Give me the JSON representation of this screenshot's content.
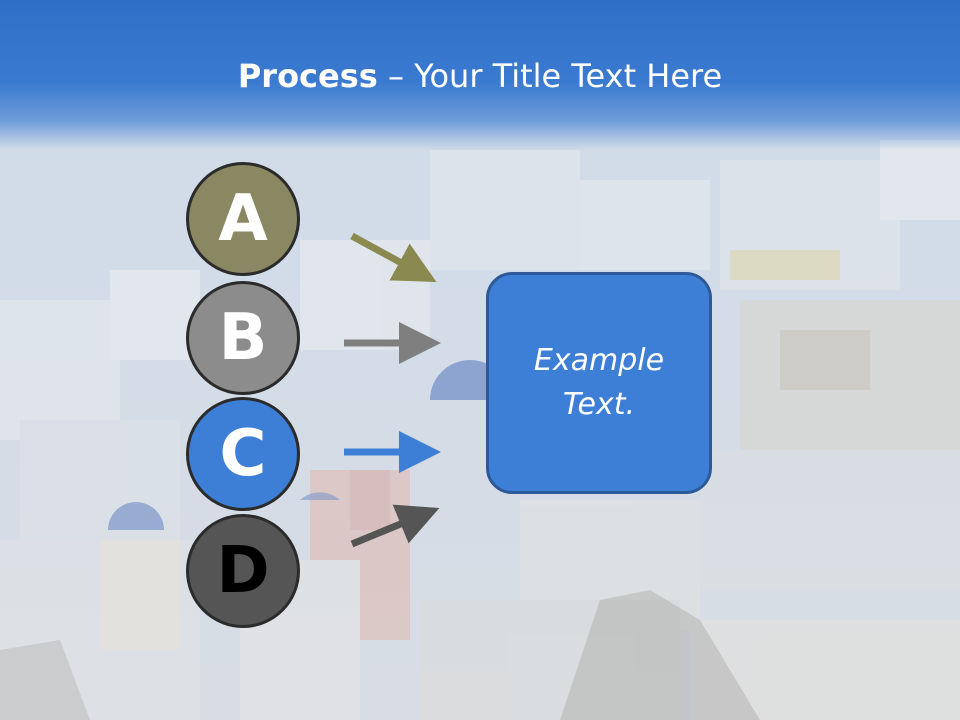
{
  "title": {
    "bold": "Process",
    "rest": " – Your Title Text Here"
  },
  "steps": [
    {
      "letter": "A",
      "fill": "#8a8862",
      "text_color": "#ffffff",
      "arrow_color": "#8a8a50"
    },
    {
      "letter": "B",
      "fill": "#8c8c8c",
      "text_color": "#ffffff",
      "arrow_color": "#7f7f7f"
    },
    {
      "letter": "C",
      "fill": "#3d7fd6",
      "text_color": "#ffffff",
      "arrow_color": "#3d7fd6"
    },
    {
      "letter": "D",
      "fill": "#555555",
      "text_color": "#000000",
      "arrow_color": "#555555"
    }
  ],
  "example_box": {
    "text": "Example Text.",
    "fill": "#3d7fd6"
  },
  "colors": {
    "title_band": "#3a7ad0"
  }
}
